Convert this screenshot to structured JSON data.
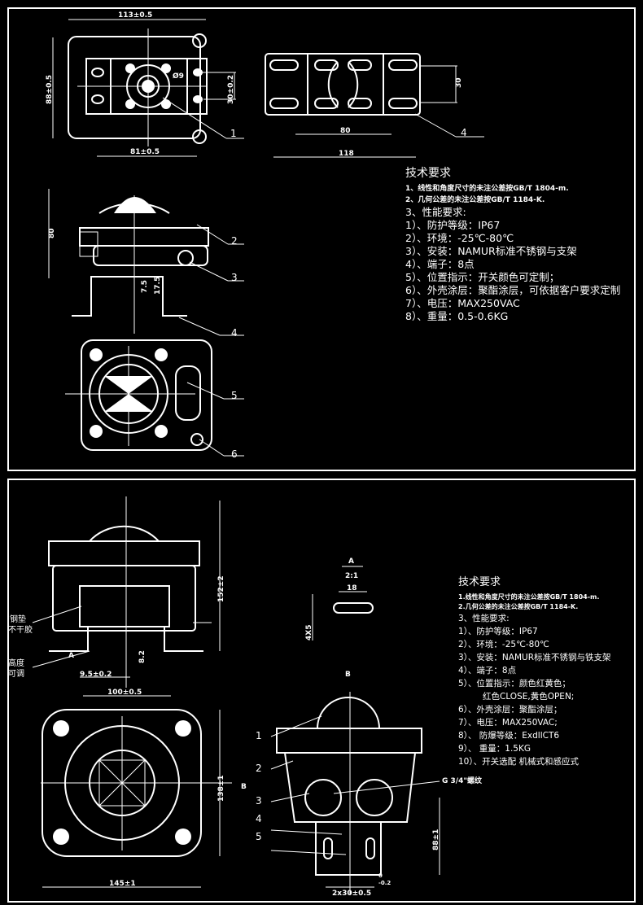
{
  "sheet1": {
    "requirements": {
      "title": "技术要求",
      "items": [
        "1、线性和角度尺寸的未注公差按GB/T 1804-m.",
        "2、几何公差的未注公差按GB/T 1184-K.",
        "3、性能要求:",
        "1）、防护等级：IP67",
        "2）、环境：-25℃-80℃",
        "3）、安装：NAMUR标准不锈钢与支架",
        "4）、端子：8点",
        "5）、位置指示：开关颜色可定制；",
        "6）、外壳涂层：聚酯涂层，可依据客户要求定制",
        "7）、电压：MAX250VAC",
        "8）、重量：0.5-0.6KG"
      ]
    },
    "dimensions": {
      "width_top": "113±0.5",
      "height_left": "88±0.5",
      "bore": "Ø9",
      "hole_spacing": "30±0.2",
      "base_width": "81±0.5",
      "bracket_width": "118",
      "bracket_inner": "80",
      "bracket_height": "30",
      "body_height": "80",
      "shaft_a": "17.5",
      "shaft_b": "7.5"
    },
    "callouts": [
      "1",
      "2",
      "3",
      "4",
      "5",
      "6"
    ]
  },
  "sheet2": {
    "requirements": {
      "title": "技术要求",
      "items": [
        "1.线性和角度尺寸的未注公差按GB/T 1804-m.",
        "2.几何公差的未注公差按GB/T 1184-K.",
        "3、性能要求:",
        "1）、防护等级：IP67",
        "2）、环境：-25℃-80℃",
        "3）、安装：NAMUR标准不锈钢与铁支架",
        "4）、端子：8点",
        "5）、位置指示：颜色红黄色；",
        "红色CLOSE,黄色OPEN;",
        "6）、外壳涂层：聚酯涂层；",
        "7）、电压：MAX250VAC;",
        "8）、 防爆等级：ExdllCT6",
        "9）、 重量：1.5KG",
        "10）、开关选配 机械式和感应式"
      ]
    },
    "notes": {
      "steel_pad_1": "钢垫",
      "steel_pad_2": "不干胶",
      "height_1": "高度",
      "height_2": "可调"
    },
    "detail": {
      "view": "A",
      "scale": "2:1",
      "slot_length": "18",
      "slot_count": "4X5",
      "view_b": "B"
    },
    "dimensions": {
      "overall_height": "152±2",
      "offset": "8.2",
      "shaft_offset": "9.5±0.2",
      "bracket_width": "100±0.5",
      "base_width": "145±1",
      "base_height": "138±1",
      "side_height": "88±1",
      "terminal_spacing": "2x30±0.5",
      "tol_upper": "0",
      "tol_lower": "-0.2",
      "thread": "G 3/4\"螺纹",
      "mark_a": "A",
      "mark_b": "B",
      "mark_b2": "B"
    },
    "callouts": [
      "1",
      "2",
      "3",
      "4",
      "5"
    ]
  }
}
